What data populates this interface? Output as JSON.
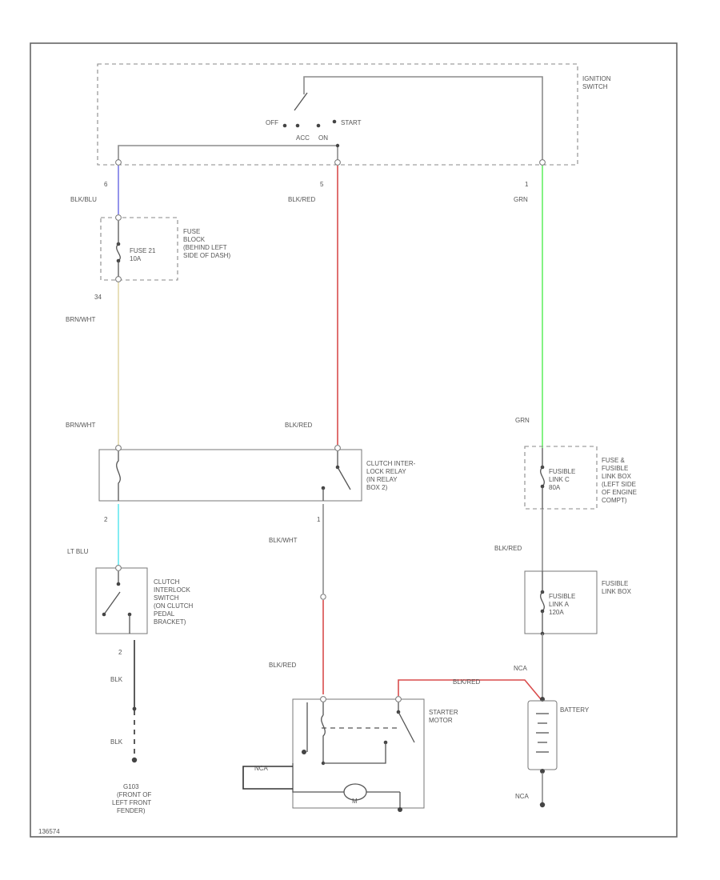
{
  "diagram_id": "136574",
  "wire_colors": {
    "gray": "#8c8c8c",
    "blu": "#7a7ae6",
    "red": "#d94c4c",
    "grn": "#66ee66",
    "brn_wht": "#e2d8a8",
    "lt_blu": "#66e8ee",
    "blk": "#333333"
  },
  "ignition_switch": {
    "label_line1": "IGNITION",
    "label_line2": "SWITCH",
    "pos_off": "OFF",
    "pos_start": "START",
    "pos_acc": "ACC",
    "pos_on": "ON",
    "pin_left": "6",
    "pin_mid": "5",
    "pin_right": "1"
  },
  "wires": {
    "blk_blu": "BLK/BLU",
    "blk_red_top": "BLK/RED",
    "grn_top": "GRN",
    "brn_wht_top": "BRN/WHT",
    "brn_wht_bottom": "BRN/WHT",
    "blk_red_mid": "BLK/RED",
    "grn_mid": "GRN",
    "lt_blu": "LT BLU",
    "blk_wht": "BLK/WHT",
    "blk_red_right": "BLK/RED",
    "blk_red_lower": "BLK/RED",
    "blk_red_battery": "BLK/RED",
    "blk_1": "BLK",
    "blk_2": "BLK",
    "nca_top": "NCA",
    "nca_bottom": "NCA",
    "nca_starter": "NCA"
  },
  "fuse_block": {
    "fuse": "FUSE 21",
    "rating": "10A",
    "label_line1": "FUSE",
    "label_line2": "BLOCK",
    "label_line3": "(BEHIND LEFT",
    "label_line4": "SIDE OF DASH)",
    "pin_out": "34"
  },
  "relay": {
    "label_line1": "CLUTCH INTER-",
    "label_line2": "LOCK RELAY",
    "label_line3": "(IN RELAY",
    "label_line4": "BOX 2)",
    "pin_left": "2",
    "pin_right": "1"
  },
  "clutch_switch": {
    "label_line1": "CLUTCH",
    "label_line2": "INTERLOCK",
    "label_line3": "SWITCH",
    "label_line4": "(ON CLUTCH",
    "label_line5": "PEDAL",
    "label_line6": "BRACKET)",
    "pin_bottom": "2"
  },
  "ground": {
    "label_line1": "G103",
    "label_line2": "(FRONT OF",
    "label_line3": "LEFT FRONT",
    "label_line4": "FENDER)"
  },
  "fusible_link_c": {
    "label_line1": "FUSE &",
    "label_line2": "FUSIBLE",
    "label_line3": "LINK BOX",
    "label_line4": "(LEFT SIDE",
    "label_line5": "OF ENGINE",
    "label_line6": "COMPT)",
    "link": "FUSIBLE",
    "link_id": "LINK C",
    "rating": "80A"
  },
  "fusible_link_a": {
    "label_line1": "FUSIBLE",
    "label_line2": "LINK BOX",
    "link": "FUSIBLE",
    "link_id": "LINK A",
    "rating": "120A"
  },
  "starter": {
    "label_line1": "STARTER",
    "label_line2": "MOTOR",
    "motor_symbol": "M"
  },
  "battery": {
    "label": "BATTERY"
  }
}
